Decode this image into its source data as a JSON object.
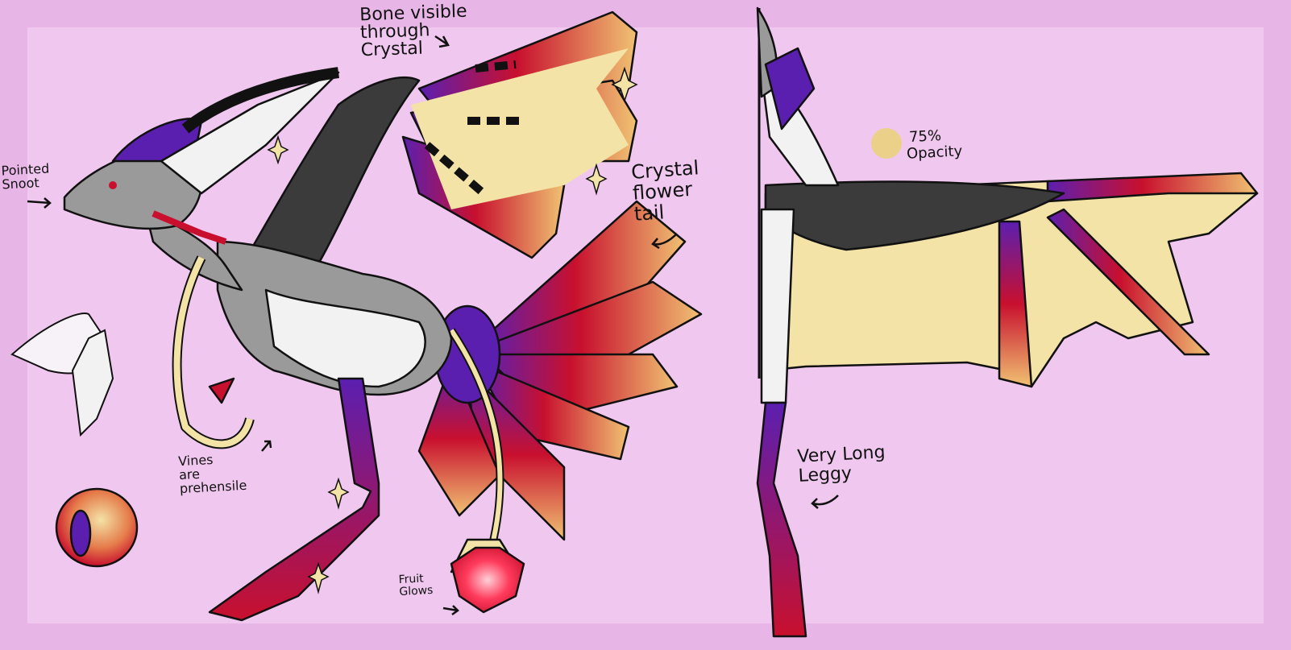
{
  "sheet": {
    "background_color": "#f0c8ef",
    "border_color": "#e8b6e6",
    "palette": {
      "body_grey": "#9a9a9a",
      "wing_dark": "#3b3b3b",
      "membrane_cream": "#f3e3a6",
      "crystal_red": "#c8102e",
      "crystal_purple": "#5b1fb0",
      "crystal_gold": "#f0c272",
      "opacity_swatch": "#ebd089"
    }
  },
  "annotations": {
    "bone_visible": "Bone visible\nthrough\nCrystal",
    "pointed_snoot": "Pointed\nSnoot",
    "crystal_flower_tail": "Crystal\nflower\ntail",
    "vines_prehensile": "Vines\nare\nprehensile",
    "fruit_glows": "Fruit\nGlows",
    "opacity_value": "75%",
    "opacity_label": "Opacity",
    "very_long_leggy": "Very Long\nLeggy"
  }
}
